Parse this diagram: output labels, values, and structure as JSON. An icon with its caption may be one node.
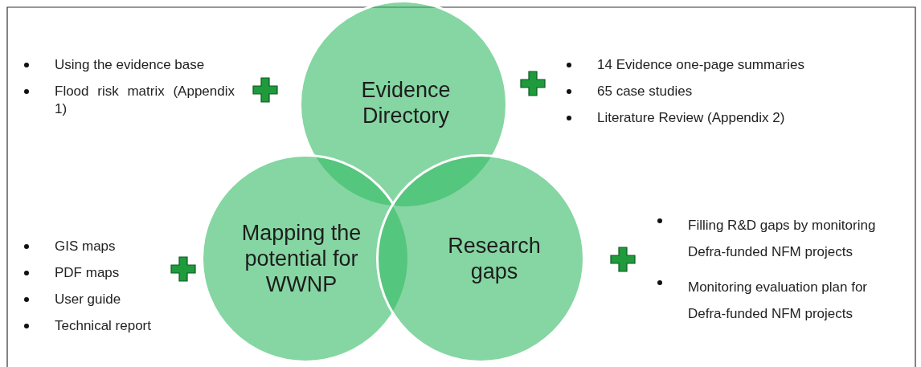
{
  "diagram": {
    "nodes": [
      {
        "text": [
          "Evidence Directory"
        ]
      },
      {
        "text": [
          "Mapping the potential for WWNP"
        ]
      },
      {
        "text": [
          "Research gaps"
        ]
      }
    ],
    "labels": [
      "Using the evidence base",
      "Flood risk matrix (Appendix 1)",
      "14 Evidence one-page summaries",
      "65 case studies",
      "Literature Review (Appendix 2)",
      "GIS maps",
      "PDF maps",
      "User guide",
      "Technical report",
      "Filling R&D gaps by monitoring Defra-funded NFM projects",
      "Monitoring evaluation plan for Defra-funded NFM projects"
    ]
  }
}
